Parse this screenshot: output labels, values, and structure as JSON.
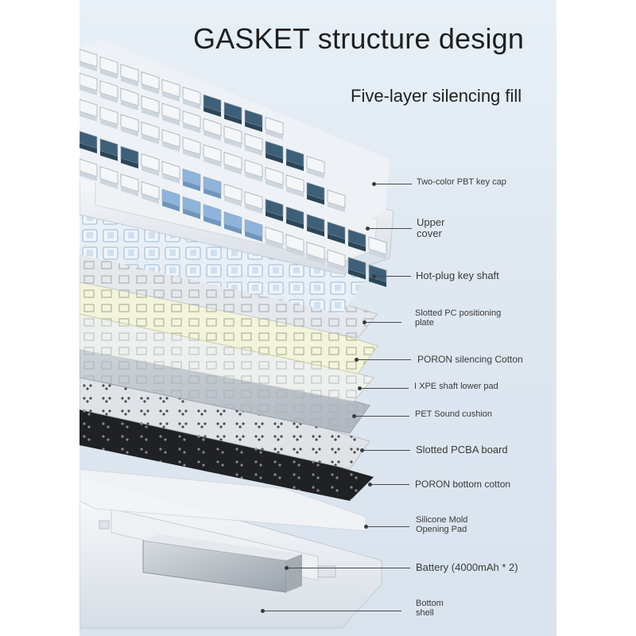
{
  "header": {
    "title": "GASKET structure design",
    "subtitle": "Five-layer silencing fill"
  },
  "layers": [
    {
      "label": "Two-color PBT key cap"
    },
    {
      "label": "Upper\ncover"
    },
    {
      "label": "Hot-plug key shaft"
    },
    {
      "label": "Slotted PC positioning\nplate"
    },
    {
      "label": "PORON silencing Cotton"
    },
    {
      "label": "I XPE shaft lower pad"
    },
    {
      "label": "PET Sound cushion"
    },
    {
      "label": "Slotted PCBA board"
    },
    {
      "label": "PORON bottom cotton"
    },
    {
      "label": "Silicone Mold\nOpening Pad"
    },
    {
      "label": "Battery (4000mAh * 2)"
    },
    {
      "label": "Bottom\nshell"
    }
  ],
  "colors": {
    "keycap_dark": "#3e5f78",
    "keycap_blue": "#8fb4dc",
    "keycap_white": "#f4f6f8",
    "panel_bg": "#e2eaf3"
  }
}
